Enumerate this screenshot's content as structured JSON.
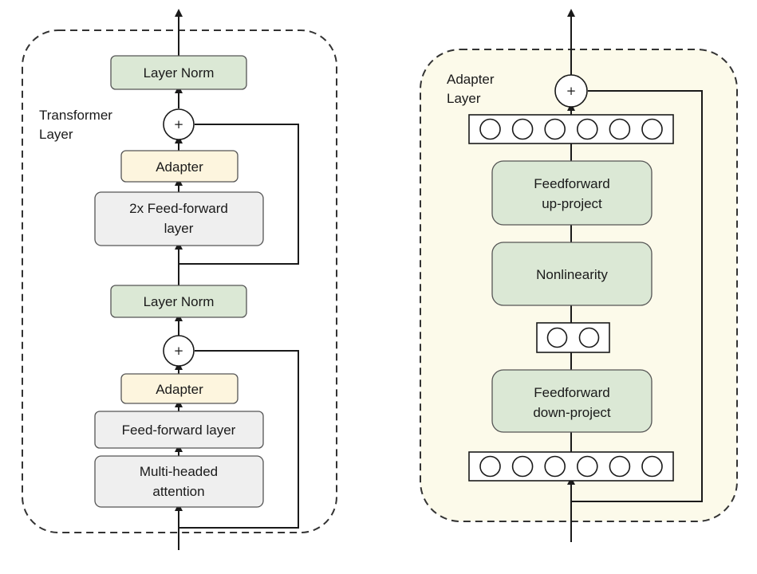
{
  "colors": {
    "green_box": "#dbe8d5",
    "adapter_box": "#fdf5de",
    "grey_box": "#efefef",
    "adapter_panel_bg": "#fcfaea"
  },
  "transformer_layer": {
    "title": "Transformer Layer",
    "title_line1": "Transformer",
    "title_line2": "Layer",
    "blocks": {
      "layer_norm_top": "Layer Norm",
      "adapter_top": "Adapter",
      "ff2x_line1": "2x Feed-forward",
      "ff2x_line2": "layer",
      "layer_norm_mid": "Layer Norm",
      "adapter_bottom": "Adapter",
      "ff_layer": "Feed-forward layer",
      "mha_line1": "Multi-headed",
      "mha_line2": "attention"
    },
    "plus_symbol": "+"
  },
  "adapter_layer": {
    "title_line1": "Adapter",
    "title_line2": "Layer",
    "blocks": {
      "up_line1": "Feedforward",
      "up_line2": "up-project",
      "nonlinearity": "Nonlinearity",
      "down_line1": "Feedforward",
      "down_line2": "down-project"
    },
    "plus_symbol": "+",
    "top_row_neurons": 6,
    "middle_row_neurons": 2,
    "bottom_row_neurons": 6
  }
}
